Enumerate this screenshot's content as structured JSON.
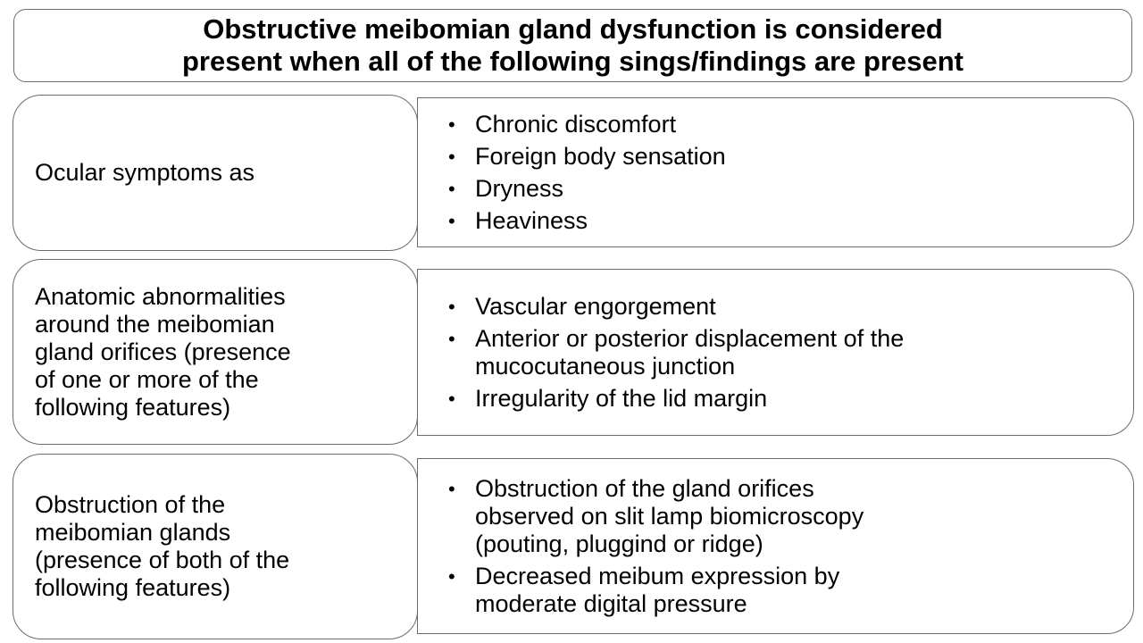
{
  "title": {
    "line1": "Obstructive meibomian gland dysfunction is considered",
    "line2": "present when all of the following sings/findings are present"
  },
  "rows": [
    {
      "label": "Ocular symptoms as",
      "items": [
        {
          "text": "Chronic discomfort"
        },
        {
          "text": "Foreign body sensation"
        },
        {
          "text": "Dryness"
        },
        {
          "text": "Heaviness"
        }
      ]
    },
    {
      "label": "Anatomic abnormalities\naround the meibomian\ngland orifices (presence\nof one or more of the\nfollowing  features)",
      "items": [
        {
          "text": "Vascular engorgement"
        },
        {
          "text": "Anterior or posterior displacement of the\nmucocutaneous junction"
        },
        {
          "text": "Irregularity of the lid margin"
        }
      ]
    },
    {
      "label": "Obstruction of the\nmeibomian glands\n(presence of both of the\nfollowing features)",
      "items": [
        {
          "text": "Obstruction of the gland orifices\nobserved on slit lamp biomicroscopy\n(pouting, pluggind or ridge)"
        },
        {
          "text": "Decreased meibum expression by\nmoderate digital pressure"
        }
      ]
    }
  ],
  "bullet_glyph": "•",
  "colors": {
    "border": "#6b6b6b",
    "text": "#000000",
    "background": "#ffffff"
  }
}
